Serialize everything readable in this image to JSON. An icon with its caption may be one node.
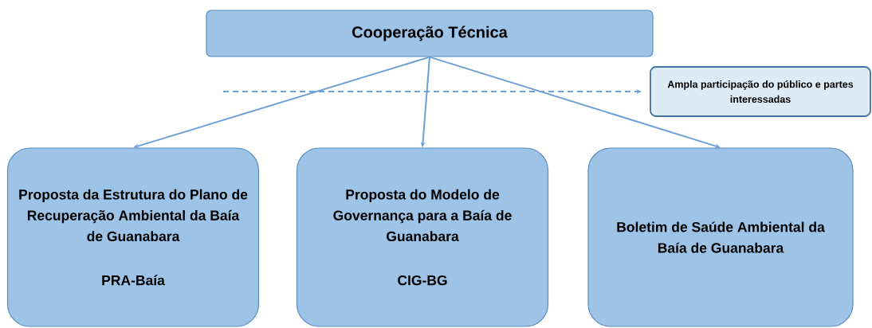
{
  "diagram": {
    "nodes": [
      {
        "text": [
          "Cooperação Técnica"
        ]
      },
      {
        "text": [
          "Proposta da Estrutura do Plano de Recuperação Ambiental da Baía de Guanabara",
          "PRA-Baía"
        ]
      },
      {
        "text": [
          "Proposta do Modelo de Governança para a Baía de Guanabara",
          "CIG-BG"
        ]
      },
      {
        "text": [
          "Boletim de Saúde Ambiental da Baía de Guanabara"
        ]
      },
      {
        "text": [
          "Ampla participação do público e partes interessadas"
        ]
      }
    ],
    "edges": [
      {
        "from": 0,
        "to": 1,
        "arrow": "to"
      },
      {
        "from": 0,
        "to": 2,
        "arrow": "to"
      },
      {
        "from": 0,
        "to": 3,
        "arrow": "to"
      },
      {
        "from": null,
        "to": 4,
        "arrow": "to",
        "style": "dashed"
      }
    ]
  }
}
